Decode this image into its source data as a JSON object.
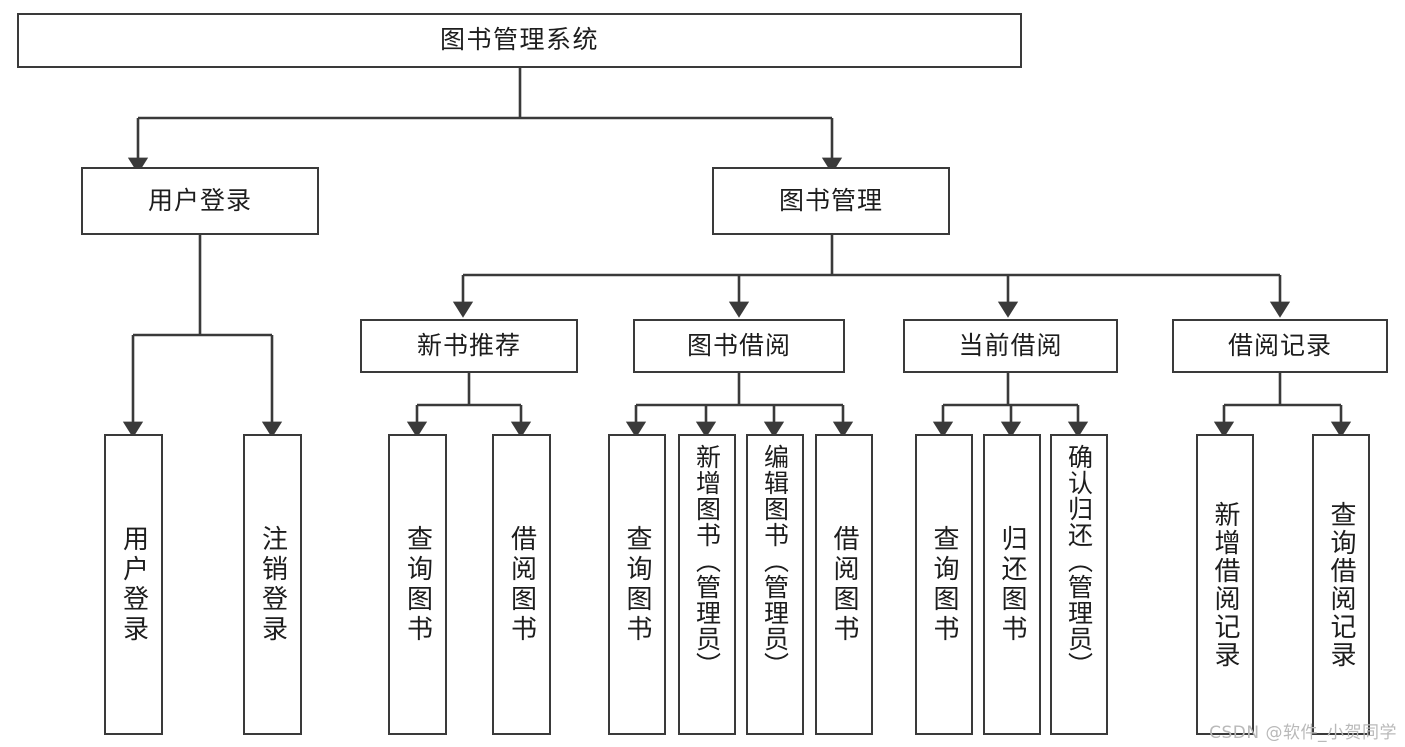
{
  "diagram": {
    "type": "tree-hierarchy",
    "title": "图书管理系统 功能结构图",
    "stroke_color": "#3a3a3a",
    "fill_color": "#ffffff",
    "text_color": "#1d1d1d",
    "root": {
      "label": "图书管理系统"
    },
    "level2": [
      {
        "label": "用户登录"
      },
      {
        "label": "图书管理"
      }
    ],
    "level3": [
      {
        "label": "新书推荐"
      },
      {
        "label": "图书借阅"
      },
      {
        "label": "当前借阅"
      },
      {
        "label": "借阅记录"
      }
    ],
    "leaves": {
      "user_login": [
        {
          "label": "用户登录"
        },
        {
          "label": "注销登录"
        }
      ],
      "new_book_recommend": [
        {
          "label": "查询图书"
        },
        {
          "label": "借阅图书"
        }
      ],
      "book_borrow": [
        {
          "label": "查询图书"
        },
        {
          "label": "新增图书（管理员）"
        },
        {
          "label": "编辑图书（管理员）"
        },
        {
          "label": "借阅图书"
        }
      ],
      "current_borrow": [
        {
          "label": "查询图书"
        },
        {
          "label": "归还图书"
        },
        {
          "label": "确认归还（管理员）"
        }
      ],
      "borrow_record": [
        {
          "label": "新增借阅记录"
        },
        {
          "label": "查询借阅记录"
        }
      ]
    }
  },
  "watermark": {
    "text": "CSDN @软件_小贺同学"
  }
}
